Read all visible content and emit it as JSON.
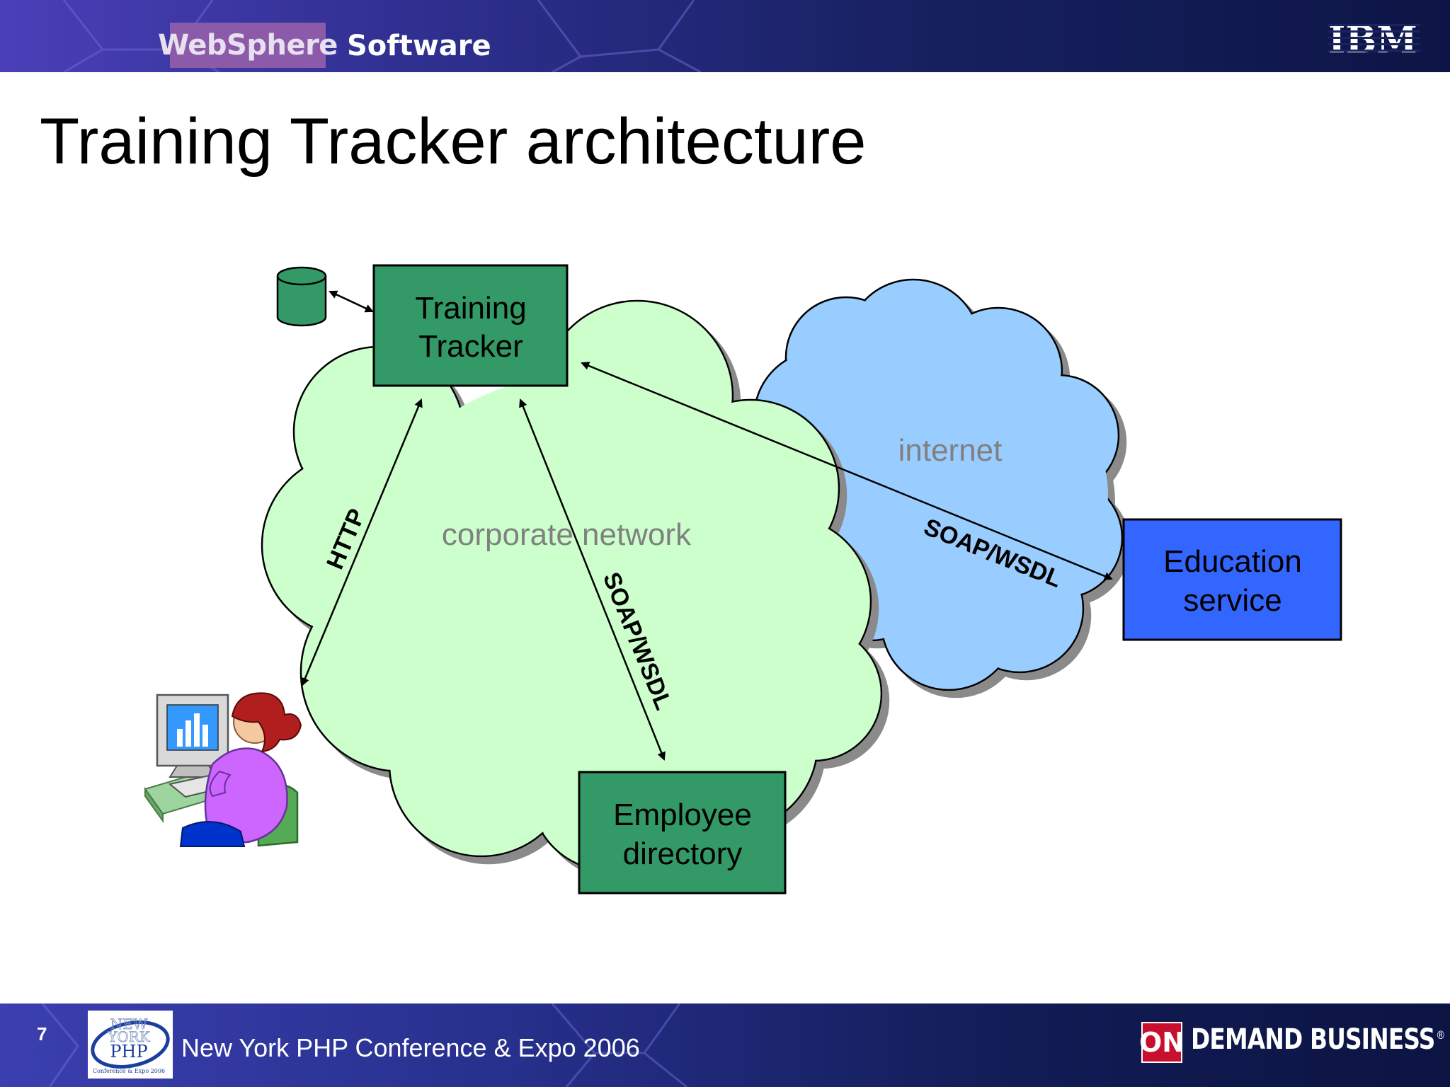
{
  "header": {
    "brand_primary": "WebSphere",
    "brand_secondary": "Software",
    "company_logo_text": "IBM"
  },
  "slide": {
    "title": "Training Tracker architecture",
    "page_number": "7"
  },
  "diagram": {
    "corporate_network_label": "corporate network",
    "internet_label": "internet",
    "training_tracker_label": [
      "Training",
      "Tracker"
    ],
    "employee_directory_label": [
      "Employee",
      "directory"
    ],
    "education_service_label": [
      "Education",
      "service"
    ],
    "http_link_label": "HTTP",
    "soap_internal_label": "SOAP/WSDL",
    "soap_external_label": "SOAP/WSDL",
    "colors": {
      "corporate_cloud": "#ccffcc",
      "internet_cloud": "#99ccff",
      "green_box": "#339966",
      "blue_box": "#3366ff",
      "cloud_text": "#808080"
    }
  },
  "footer": {
    "conference_logo_text": [
      "NEW",
      "YORK",
      "PHP",
      "Conference & Expo 2006"
    ],
    "conference_name": "New York PHP Conference & Expo 2006",
    "tagline_badge": "ON",
    "tagline": "DEMAND BUSINESS",
    "trademark": "®"
  }
}
